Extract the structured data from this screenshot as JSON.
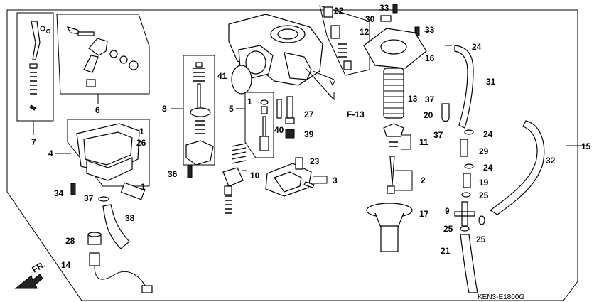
{
  "diagram": {
    "code": "KEN3-E1800G",
    "front_label": "FR.",
    "ref_label": "F-13",
    "callouts": [
      {
        "id": "c1a",
        "text": "1"
      },
      {
        "id": "c1b",
        "text": "1"
      },
      {
        "id": "c1c",
        "text": "1"
      },
      {
        "id": "c2",
        "text": "2"
      },
      {
        "id": "c3",
        "text": "3"
      },
      {
        "id": "c4",
        "text": "4"
      },
      {
        "id": "c5",
        "text": "5"
      },
      {
        "id": "c6",
        "text": "6"
      },
      {
        "id": "c7",
        "text": "7"
      },
      {
        "id": "c8",
        "text": "8"
      },
      {
        "id": "c9",
        "text": "9"
      },
      {
        "id": "c10",
        "text": "10"
      },
      {
        "id": "c11",
        "text": "11"
      },
      {
        "id": "c12",
        "text": "12"
      },
      {
        "id": "c13",
        "text": "13"
      },
      {
        "id": "c14",
        "text": "14"
      },
      {
        "id": "c15",
        "text": "15"
      },
      {
        "id": "c16",
        "text": "16"
      },
      {
        "id": "c17",
        "text": "17"
      },
      {
        "id": "c19",
        "text": "19"
      },
      {
        "id": "c20",
        "text": "20"
      },
      {
        "id": "c21",
        "text": "21"
      },
      {
        "id": "c22",
        "text": "22"
      },
      {
        "id": "c23",
        "text": "23"
      },
      {
        "id": "c24a",
        "text": "24"
      },
      {
        "id": "c24b",
        "text": "24"
      },
      {
        "id": "c24c",
        "text": "24"
      },
      {
        "id": "c25a",
        "text": "25"
      },
      {
        "id": "c25b",
        "text": "25"
      },
      {
        "id": "c25c",
        "text": "25"
      },
      {
        "id": "c26",
        "text": "26"
      },
      {
        "id": "c27",
        "text": "27"
      },
      {
        "id": "c28",
        "text": "28"
      },
      {
        "id": "c29",
        "text": "29"
      },
      {
        "id": "c30",
        "text": "30"
      },
      {
        "id": "c31",
        "text": "31"
      },
      {
        "id": "c32",
        "text": "32"
      },
      {
        "id": "c33a",
        "text": "33"
      },
      {
        "id": "c33b",
        "text": "33"
      },
      {
        "id": "c34",
        "text": "34"
      },
      {
        "id": "c36",
        "text": "36"
      },
      {
        "id": "c37a",
        "text": "37"
      },
      {
        "id": "c37b",
        "text": "37"
      },
      {
        "id": "c37c",
        "text": "37"
      },
      {
        "id": "c38",
        "text": "38"
      },
      {
        "id": "c39",
        "text": "39"
      },
      {
        "id": "c40",
        "text": "40"
      },
      {
        "id": "c41",
        "text": "41"
      }
    ]
  }
}
